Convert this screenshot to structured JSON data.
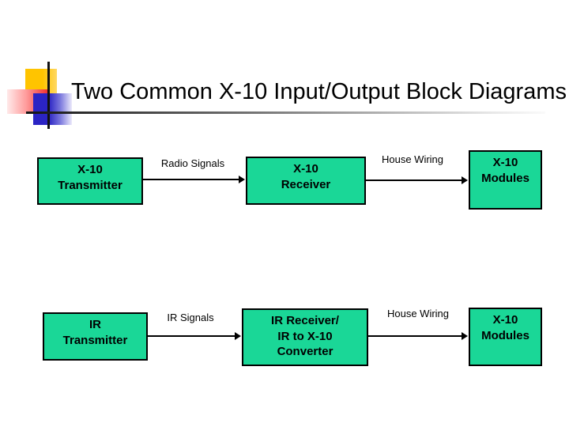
{
  "title": "Two Common X-10 Input/Output Block Diagrams",
  "colors": {
    "box_fill": "#1AD797",
    "box_border": "#000000",
    "accent_yellow": "#FFC400",
    "accent_red": "#EE2525",
    "accent_blue": "#2B24C4"
  },
  "rows": [
    {
      "source": [
        "X-10",
        "Transmitter"
      ],
      "arrow1_label": "Radio Signals",
      "middle": [
        "X-10",
        "Receiver"
      ],
      "arrow2_label": "House Wiring",
      "sink": [
        "X-10",
        "Modules"
      ]
    },
    {
      "source": [
        "IR",
        "Transmitter"
      ],
      "arrow1_label": "IR Signals",
      "middle": [
        "IR Receiver/",
        "IR to X-10",
        "Converter"
      ],
      "arrow2_label": "House Wiring",
      "sink": [
        "X-10",
        "Modules"
      ]
    }
  ]
}
